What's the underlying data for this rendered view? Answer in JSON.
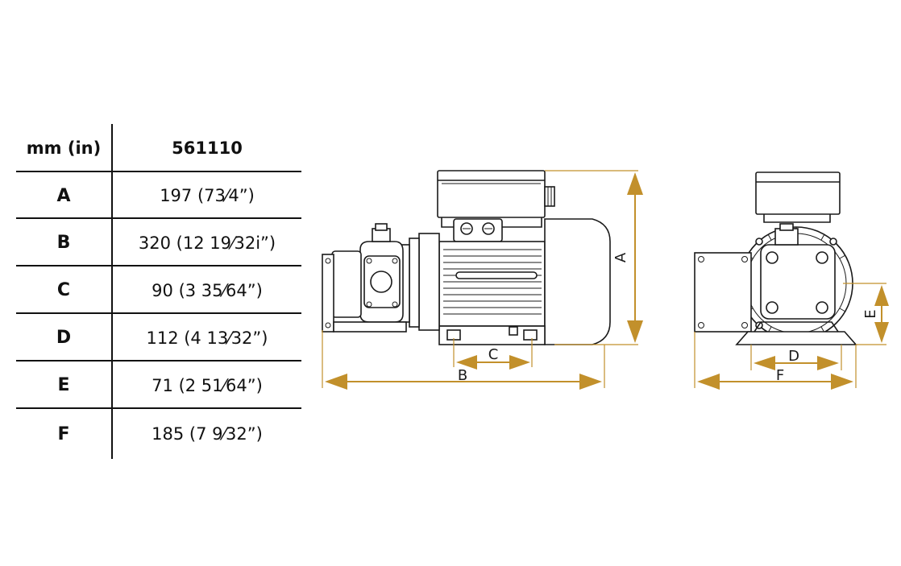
{
  "table": {
    "header": {
      "unit": "mm (in)",
      "model": "561110"
    },
    "rows": [
      {
        "key": "A",
        "value": "197 (73⁄4”)"
      },
      {
        "key": "B",
        "value": "320 (12 19⁄32i”)"
      },
      {
        "key": "C",
        "value": "90 (3 35⁄64”)"
      },
      {
        "key": "D",
        "value": "112 (4 13⁄32”)"
      },
      {
        "key": "E",
        "value": "71 (2 51⁄64”)"
      },
      {
        "key": "F",
        "value": "185 (7 9⁄32”)"
      }
    ]
  },
  "drawing": {
    "dimension_color": "#c2902b",
    "side_view": {
      "labels": {
        "A": "A",
        "B": "B",
        "C": "C"
      }
    },
    "front_view": {
      "labels": {
        "D": "D",
        "E": "E",
        "F": "F"
      }
    }
  }
}
